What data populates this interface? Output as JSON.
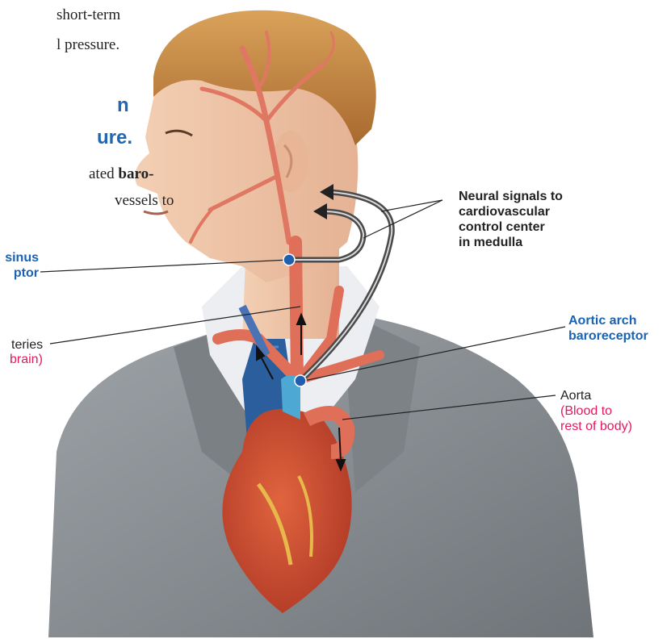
{
  "text_fragments": {
    "line1": "short-term",
    "line2": "l pressure.",
    "heading1": "n",
    "heading2": "ure.",
    "line3_prefix": "ated ",
    "line3_bold": "baro-",
    "line4": "vessels to"
  },
  "labels": {
    "neural_signals": "Neural signals to\ncardiovascular\ncontrol center\nin medulla",
    "carotid_sinus": "sinus\nptor",
    "arteries": "teries",
    "arteries_note": "brain)",
    "aortic_arch": "Aortic arch\nbaroreceptor",
    "aorta": "Aorta",
    "aorta_note": "(Blood to\nrest of body)"
  },
  "colors": {
    "label_blue": "#1a63b4",
    "label_red": "#e5195d",
    "receptor_dot": "#1f5fae",
    "suit": "#8a8f94",
    "skin": "#f0c6a6",
    "hair": "#c98a44",
    "artery": "#e26a55",
    "heart": "#c8442e"
  },
  "icons": [
    "baroreceptor-dot",
    "blood-flow-arrow",
    "neural-signal-arrow"
  ]
}
